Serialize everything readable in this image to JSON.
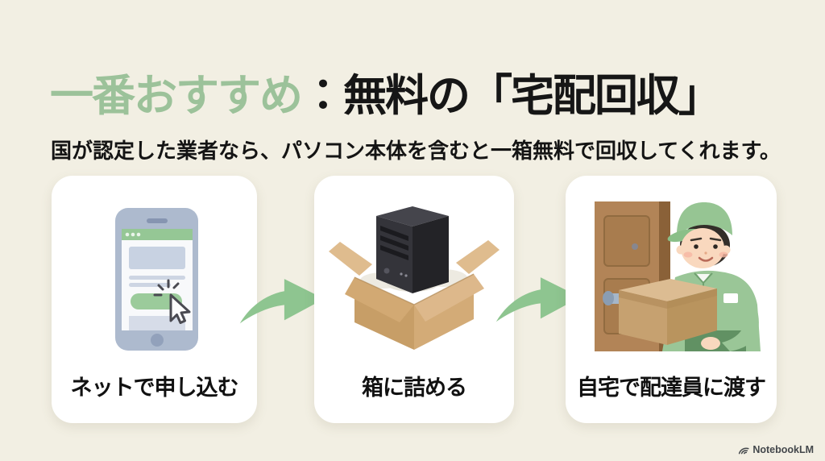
{
  "slide": {
    "title": {
      "highlight": "一番おすすめ",
      "rest": "：無料の「宅配回収」"
    },
    "subtitle": "国が認定した業者なら、パソコン本体を含むと一箱無料で回収してくれます。",
    "steps": [
      {
        "label": "ネットで申し込む",
        "icon": "smartphone-online-application-icon"
      },
      {
        "label": "箱に詰める",
        "icon": "pc-tower-in-cardboard-box-icon"
      },
      {
        "label": "自宅で配達員に渡す",
        "icon": "door-courier-handover-icon"
      }
    ],
    "arrow_icon": "curved-right-arrow-icon",
    "watermark": {
      "brand": "NotebookLM",
      "icon": "notebooklm-logo-icon"
    },
    "colors": {
      "background": "#F2EFE3",
      "card": "#FFFFFF",
      "title_highlight": "#9CC29A",
      "text": "#161616",
      "arrow": "#8EC590",
      "cardboard": "#C9A06B",
      "uniform_green": "#9AC697",
      "phone_body": "#ADBACE"
    }
  }
}
